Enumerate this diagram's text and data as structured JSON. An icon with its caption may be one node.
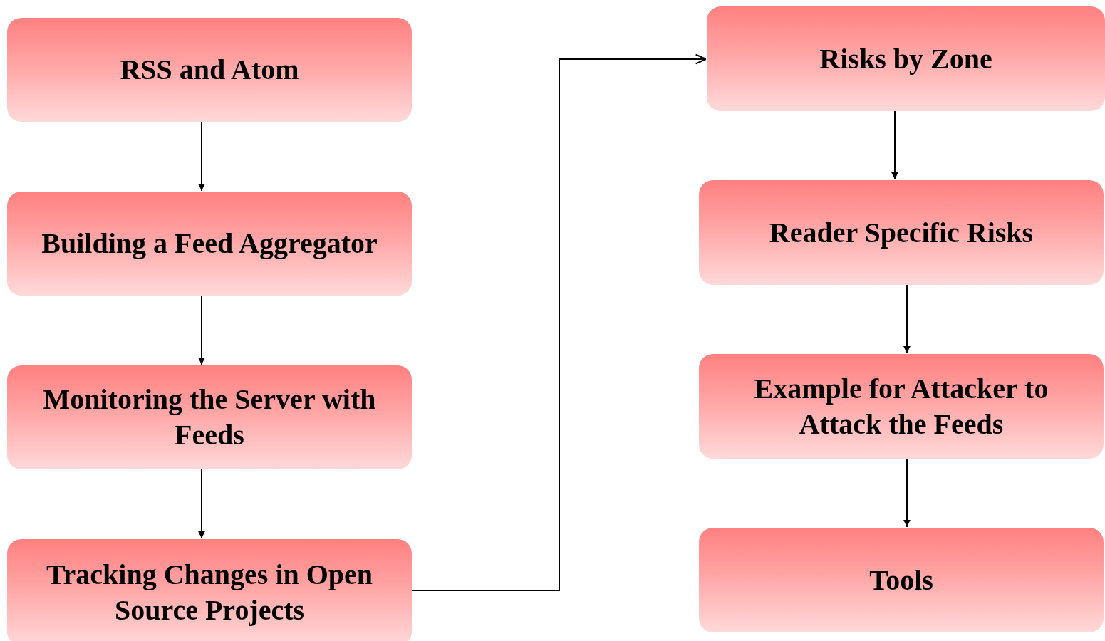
{
  "diagram": {
    "nodes": [
      {
        "text": [
          "RSS and Atom"
        ]
      },
      {
        "text": [
          "Building a Feed Aggregator"
        ]
      },
      {
        "text": [
          "Monitoring the Server with Feeds"
        ]
      },
      {
        "text": [
          "Tracking Changes in Open Source Projects"
        ]
      },
      {
        "text": [
          "Risks by Zone"
        ]
      },
      {
        "text": [
          "Reader Specific Risks"
        ]
      },
      {
        "text": [
          "Example for Attacker to Attack the Feeds"
        ]
      },
      {
        "text": [
          "Tools"
        ]
      }
    ],
    "edges": [
      {
        "from": 0,
        "to": 1,
        "arrow": "to"
      },
      {
        "from": 1,
        "to": 2,
        "arrow": "to"
      },
      {
        "from": 2,
        "to": 3,
        "arrow": "to"
      },
      {
        "from": 3,
        "to": 4,
        "arrow": "to"
      },
      {
        "from": 4,
        "to": 5,
        "arrow": "to"
      },
      {
        "from": 5,
        "to": 6,
        "arrow": "to"
      },
      {
        "from": 6,
        "to": 7,
        "arrow": "to"
      }
    ]
  }
}
